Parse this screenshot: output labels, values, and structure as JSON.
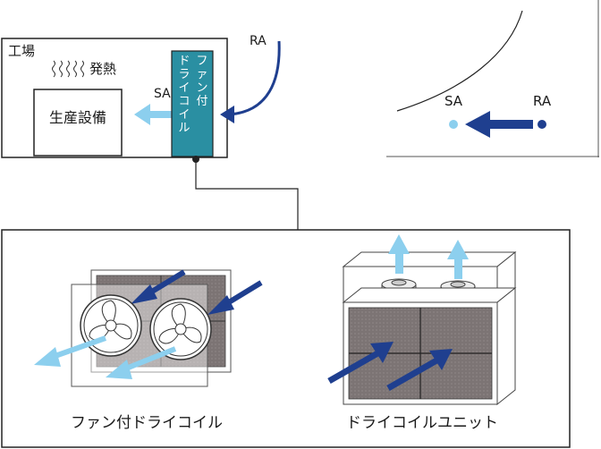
{
  "top_diagram": {
    "factory_label": "工場",
    "heat_label": "発熱",
    "equipment_label": "生産設備",
    "sa_label": "SA",
    "ra_label": "RA",
    "fan_coil_vertical_col1": "ファン付",
    "fan_coil_vertical_col2": "ドライコイル"
  },
  "psychro_inset": {
    "sa_label": "SA",
    "ra_label": "RA"
  },
  "bottom_panel": {
    "fan_coil_caption": "ファン付ドライコイル",
    "coil_unit_caption": "ドライコイルユニット"
  },
  "colors": {
    "dark_blue": "#1f3f8f",
    "light_blue": "#8ccfee",
    "teal": "#2a8fa2",
    "coil_gray": "#7c7474"
  }
}
